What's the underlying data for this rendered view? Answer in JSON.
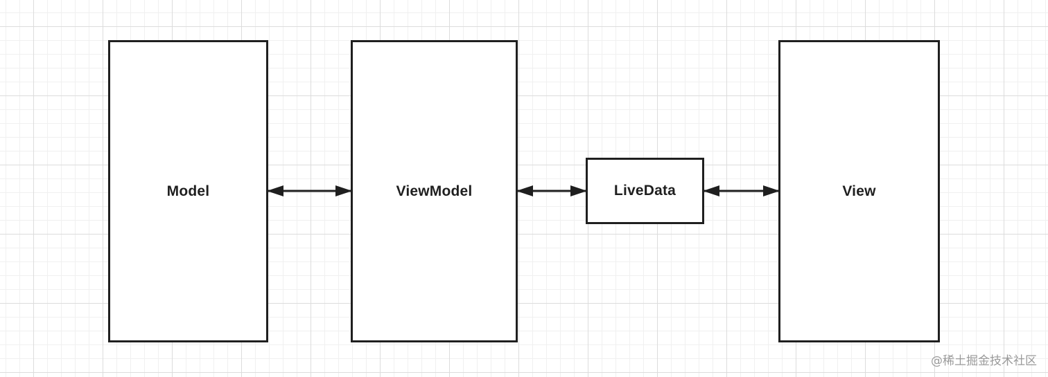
{
  "diagram": {
    "nodes": [
      {
        "id": "model",
        "label": "Model"
      },
      {
        "id": "viewmodel",
        "label": "ViewModel"
      },
      {
        "id": "livedata",
        "label": "LiveData"
      },
      {
        "id": "view",
        "label": "View"
      }
    ],
    "edges": [
      {
        "from": "model",
        "to": "viewmodel",
        "direction": "bidirectional"
      },
      {
        "from": "viewmodel",
        "to": "livedata",
        "direction": "bidirectional"
      },
      {
        "from": "livedata",
        "to": "view",
        "direction": "bidirectional"
      }
    ],
    "colors": {
      "stroke": "#1f1f1f",
      "grid_major": "#dcdcdc",
      "grid_minor": "#f0f0f0",
      "watermark": "#9a9a9a"
    }
  },
  "watermark": "@稀土掘金技术社区"
}
